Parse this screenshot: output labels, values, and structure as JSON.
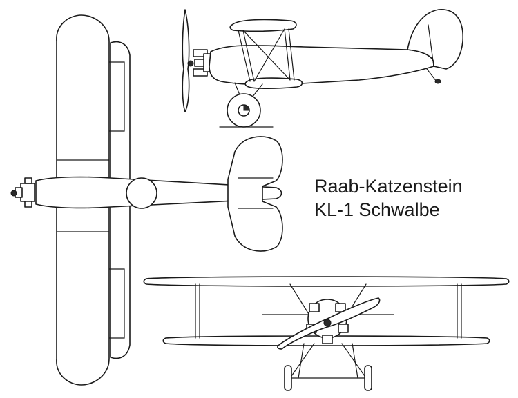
{
  "caption": {
    "line1": "Raab-Katzenstein",
    "line2": "KL-1 Schwalbe"
  },
  "colors": {
    "ink": "#1a1a1a",
    "paper": "#ffffff"
  },
  "views": [
    "side-view",
    "top-view",
    "front-view"
  ]
}
